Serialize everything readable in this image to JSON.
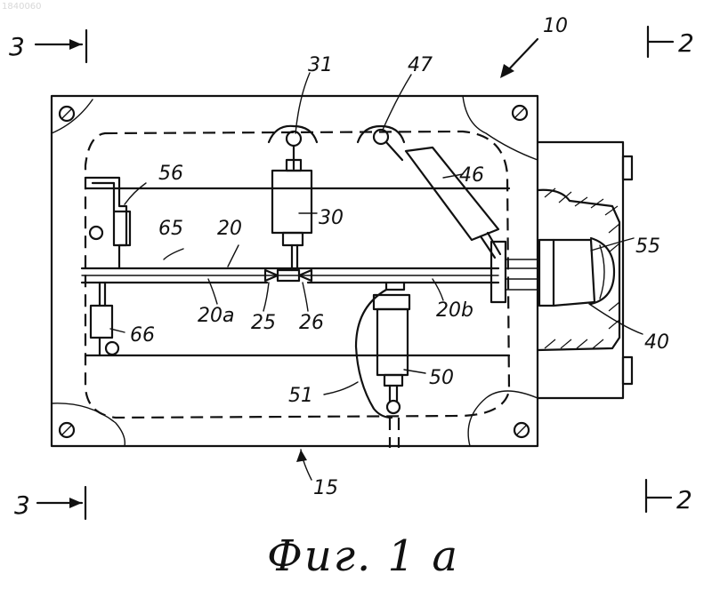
{
  "figure": {
    "caption": "Фиг. 1 а",
    "watermark": "1840060"
  },
  "labels": {
    "l10": "10",
    "l15": "15",
    "l20": "20",
    "l20a": "20a",
    "l20b": "20b",
    "l25": "25",
    "l26": "26",
    "l30": "30",
    "l31": "31",
    "l40": "40",
    "l46": "46",
    "l47": "47",
    "l50": "50",
    "l51": "51",
    "l55": "55",
    "l56": "56",
    "l65": "65",
    "l66": "66"
  },
  "section_marks": {
    "top_left": "3",
    "bottom_left": "3",
    "top_right": "2",
    "bottom_right": "2"
  }
}
